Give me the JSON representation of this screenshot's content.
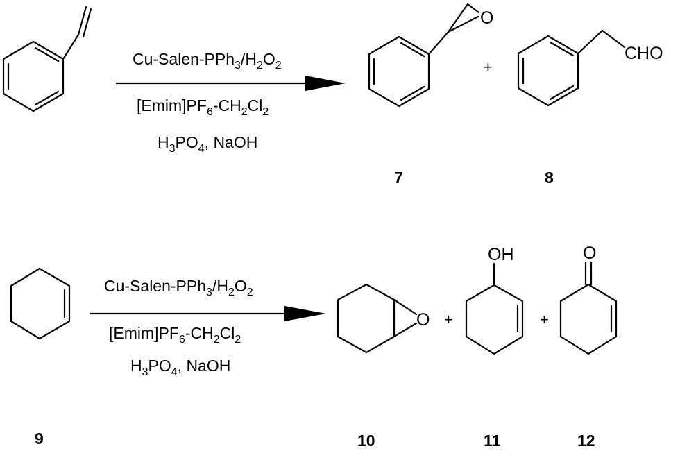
{
  "reaction1": {
    "reagent_above": [
      "Cu-Salen-PPh",
      "3",
      "/H",
      "2",
      "O",
      "2"
    ],
    "reagent_middle": [
      "[Emim]PF",
      "6",
      "-CH",
      "2",
      "Cl",
      "2"
    ],
    "reagent_below": [
      "H",
      "3",
      "PO",
      "4",
      ", NaOH"
    ],
    "plus": "+",
    "epoxide_atom": "O",
    "aldehyde_group": "CHO",
    "compound_labels": [
      "7",
      "8"
    ]
  },
  "reaction2": {
    "reagent_above": [
      "Cu-Salen-PPh",
      "3",
      "/H",
      "2",
      "O",
      "2"
    ],
    "reagent_middle": [
      "[Emim]PF",
      "6",
      "-CH",
      "2",
      "Cl",
      "2"
    ],
    "reagent_below": [
      "H",
      "3",
      "PO",
      "4",
      ", NaOH"
    ],
    "plus_1": "+",
    "plus_2": "+",
    "epoxide_atom": "O",
    "hydroxyl_group": "OH",
    "ketone_atom": "O",
    "compound_labels": [
      "9",
      "10",
      "11",
      "12"
    ]
  }
}
